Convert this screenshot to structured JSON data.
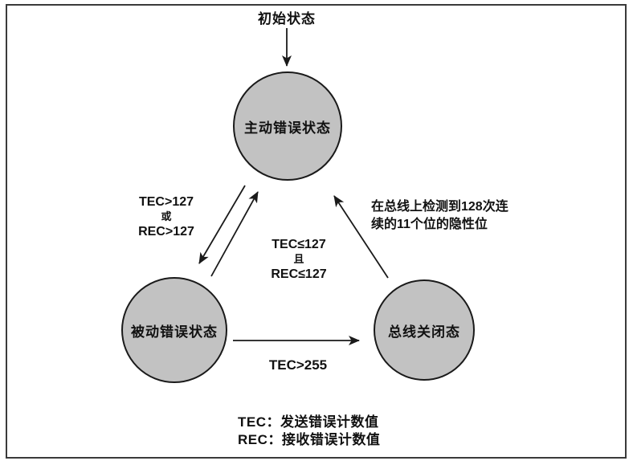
{
  "diagram": {
    "title_hint": "CAN error state transition diagram",
    "initial_label": "初始状态",
    "states": {
      "active": "主动错误状态",
      "passive": "被动错误状态",
      "busoff": "总线关闭态"
    },
    "transitions": {
      "active_passive_line1": "TEC>127",
      "active_passive_conj": "或",
      "active_passive_line2": "REC>127",
      "passive_active_line1": "TEC≤127",
      "passive_active_conj": "且",
      "passive_active_line2": "REC≤127",
      "busoff_active_line1": "在总线上检测到128次连",
      "busoff_active_line2": "续的11个位的隐性位",
      "passive_busoff": "TEC>255"
    },
    "legend": {
      "line1": "TEC：发送错误计数值",
      "line2": "REC：接收错误计数值"
    },
    "colors": {
      "circle_fill": "#c2c2c2",
      "stroke": "#1a1a1a",
      "frame_border": "#3a3a3a"
    }
  }
}
